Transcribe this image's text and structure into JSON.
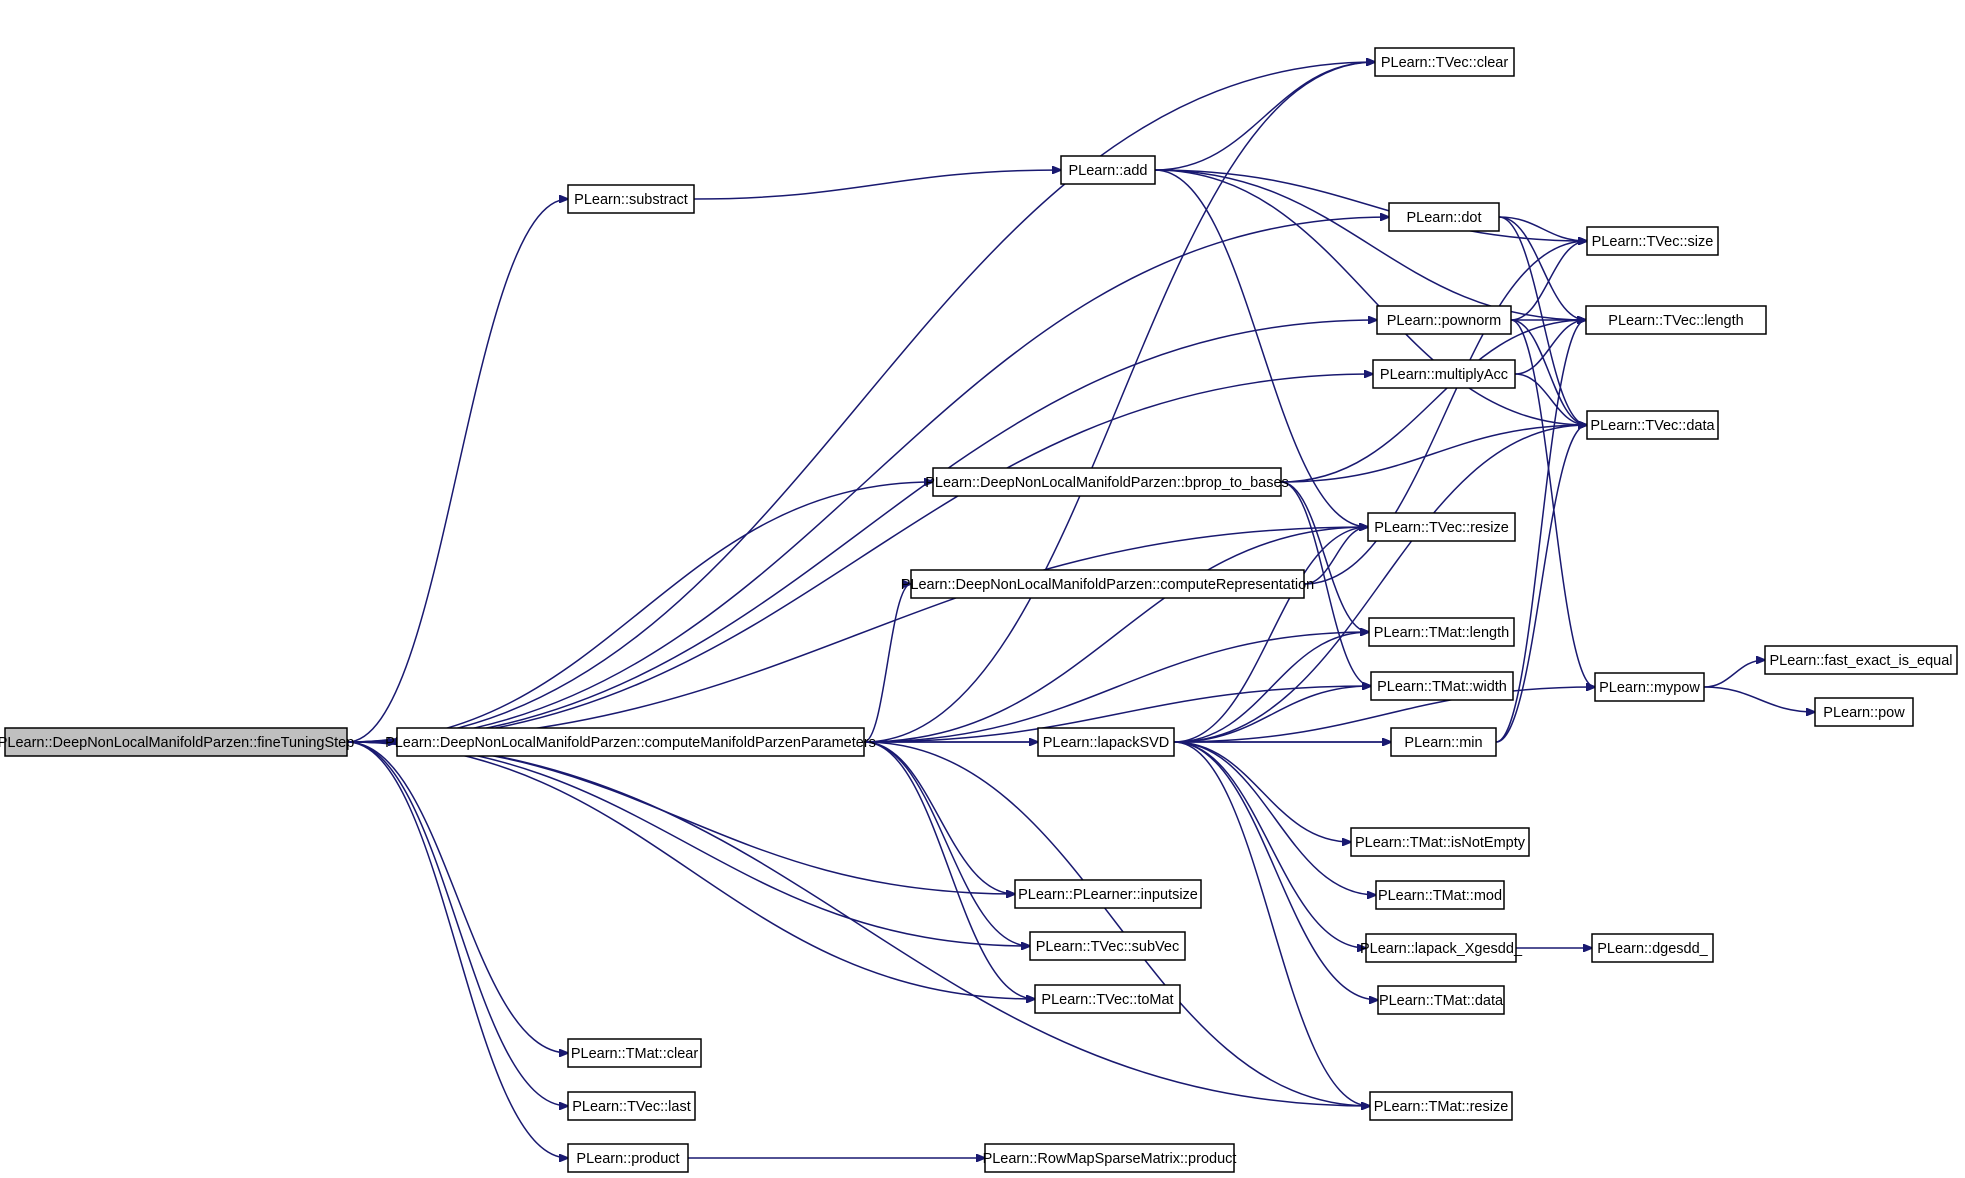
{
  "diagram": {
    "title": "",
    "nodes": [
      {
        "id": "root",
        "label": "PLearn::DeepNonLocalManifoldParzen::fineTuningStep",
        "root": true
      },
      {
        "id": "cmpp",
        "label": "PLearn::DeepNonLocalManifoldParzen::computeManifoldParzenParameters"
      },
      {
        "id": "substract",
        "label": "PLearn::substract"
      },
      {
        "id": "tmatclear",
        "label": "PLearn::TMat::clear"
      },
      {
        "id": "tveclast",
        "label": "PLearn::TVec::last"
      },
      {
        "id": "product",
        "label": "PLearn::product"
      },
      {
        "id": "add",
        "label": "PLearn::add"
      },
      {
        "id": "bprop",
        "label": "PLearn::DeepNonLocalManifoldParzen::bprop_to_bases"
      },
      {
        "id": "comprep",
        "label": "PLearn::DeepNonLocalManifoldParzen::computeRepresentation"
      },
      {
        "id": "lapacksvd",
        "label": "PLearn::lapackSVD"
      },
      {
        "id": "inputsize",
        "label": "PLearn::PLearner::inputsize"
      },
      {
        "id": "subvec",
        "label": "PLearn::TVec::subVec"
      },
      {
        "id": "tomat",
        "label": "PLearn::TVec::toMat"
      },
      {
        "id": "rowmapproduct",
        "label": "PLearn::RowMapSparseMatrix::product"
      },
      {
        "id": "tvecclear",
        "label": "PLearn::TVec::clear"
      },
      {
        "id": "dot",
        "label": "PLearn::dot"
      },
      {
        "id": "pownorm",
        "label": "PLearn::pownorm"
      },
      {
        "id": "multiplyacc",
        "label": "PLearn::multiplyAcc"
      },
      {
        "id": "tvecresize",
        "label": "PLearn::TVec::resize"
      },
      {
        "id": "tmatlength",
        "label": "PLearn::TMat::length"
      },
      {
        "id": "tmatwidth",
        "label": "PLearn::TMat::width"
      },
      {
        "id": "min",
        "label": "PLearn::min"
      },
      {
        "id": "isnotempty",
        "label": "PLearn::TMat::isNotEmpty"
      },
      {
        "id": "tmatmod",
        "label": "PLearn::TMat::mod"
      },
      {
        "id": "xgesdd",
        "label": "PLearn::lapack_Xgesdd_"
      },
      {
        "id": "tmatdata",
        "label": "PLearn::TMat::data"
      },
      {
        "id": "tmatresize",
        "label": "PLearn::TMat::resize"
      },
      {
        "id": "tvecsize",
        "label": "PLearn::TVec::size"
      },
      {
        "id": "tveclength",
        "label": "PLearn::TVec::length"
      },
      {
        "id": "tvecdata",
        "label": "PLearn::TVec::data"
      },
      {
        "id": "mypow",
        "label": "PLearn::mypow"
      },
      {
        "id": "dgesdd",
        "label": "PLearn::dgesdd_"
      },
      {
        "id": "fasteq",
        "label": "PLearn::fast_exact_is_equal"
      },
      {
        "id": "pow",
        "label": "PLearn::pow"
      }
    ],
    "edges": [
      [
        "root",
        "cmpp"
      ],
      [
        "root",
        "substract"
      ],
      [
        "root",
        "tmatclear"
      ],
      [
        "root",
        "tveclast"
      ],
      [
        "root",
        "product"
      ],
      [
        "root",
        "tvecclear"
      ],
      [
        "root",
        "dot"
      ],
      [
        "root",
        "pownorm"
      ],
      [
        "root",
        "multiplyacc"
      ],
      [
        "root",
        "tvecresize"
      ],
      [
        "root",
        "bprop"
      ],
      [
        "root",
        "inputsize"
      ],
      [
        "root",
        "subvec"
      ],
      [
        "root",
        "tomat"
      ],
      [
        "root",
        "tmatresize"
      ],
      [
        "cmpp",
        "tvecclear"
      ],
      [
        "cmpp",
        "comprep"
      ],
      [
        "cmpp",
        "tvecresize"
      ],
      [
        "cmpp",
        "tmatlength"
      ],
      [
        "cmpp",
        "tmatwidth"
      ],
      [
        "cmpp",
        "lapacksvd"
      ],
      [
        "cmpp",
        "min"
      ],
      [
        "cmpp",
        "inputsize"
      ],
      [
        "cmpp",
        "subvec"
      ],
      [
        "cmpp",
        "tomat"
      ],
      [
        "cmpp",
        "tmatresize"
      ],
      [
        "substract",
        "add"
      ],
      [
        "product",
        "rowmapproduct"
      ],
      [
        "add",
        "tvecclear"
      ],
      [
        "add",
        "tvecsize"
      ],
      [
        "add",
        "tveclength"
      ],
      [
        "add",
        "tvecdata"
      ],
      [
        "add",
        "tvecresize"
      ],
      [
        "bprop",
        "tveclength"
      ],
      [
        "bprop",
        "tvecdata"
      ],
      [
        "bprop",
        "tmatlength"
      ],
      [
        "bprop",
        "tmatwidth"
      ],
      [
        "comprep",
        "tvecresize"
      ],
      [
        "comprep",
        "tvecsize"
      ],
      [
        "lapacksvd",
        "tvecresize"
      ],
      [
        "lapacksvd",
        "tmatlength"
      ],
      [
        "lapacksvd",
        "tmatwidth"
      ],
      [
        "lapacksvd",
        "min"
      ],
      [
        "lapacksvd",
        "isnotempty"
      ],
      [
        "lapacksvd",
        "tmatmod"
      ],
      [
        "lapacksvd",
        "xgesdd"
      ],
      [
        "lapacksvd",
        "tmatdata"
      ],
      [
        "lapacksvd",
        "tmatresize"
      ],
      [
        "lapacksvd",
        "mypow"
      ],
      [
        "lapacksvd",
        "tvecdata"
      ],
      [
        "dot",
        "tvecsize"
      ],
      [
        "dot",
        "tveclength"
      ],
      [
        "dot",
        "tvecdata"
      ],
      [
        "pownorm",
        "tvecsize"
      ],
      [
        "pownorm",
        "tveclength"
      ],
      [
        "pownorm",
        "tvecdata"
      ],
      [
        "pownorm",
        "mypow"
      ],
      [
        "multiplyacc",
        "tveclength"
      ],
      [
        "multiplyacc",
        "tvecdata"
      ],
      [
        "min",
        "tveclength"
      ],
      [
        "min",
        "tvecdata"
      ],
      [
        "xgesdd",
        "dgesdd"
      ],
      [
        "mypow",
        "fasteq"
      ],
      [
        "mypow",
        "pow"
      ]
    ]
  }
}
